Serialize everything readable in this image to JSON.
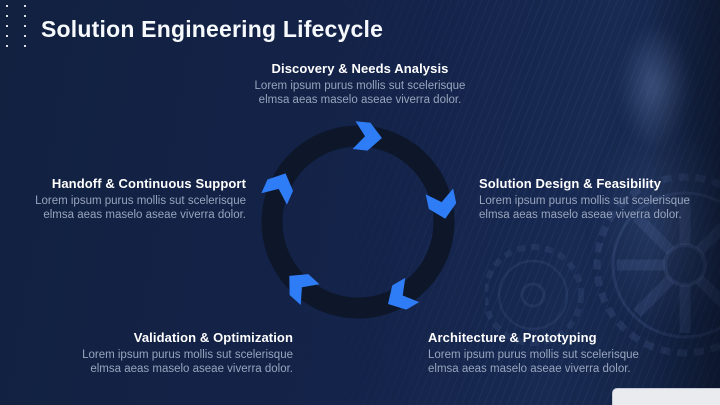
{
  "slide": {
    "title": "Solution Engineering Lifecycle"
  },
  "stages": [
    {
      "id": "discovery",
      "title": "Discovery & Needs Analysis",
      "lines": [
        "Lorem ipsum purus mollis sut scelerisque",
        "elmsa aeas maselo aseae viverra dolor."
      ]
    },
    {
      "id": "solution-design",
      "title": "Solution Design & Feasibility",
      "lines": [
        "Lorem ipsum purus mollis sut scelerisque",
        "elmsa aeas maselo aseae viverra dolor."
      ]
    },
    {
      "id": "architecture",
      "title": "Architecture & Prototyping",
      "lines": [
        "Lorem ipsum purus mollis sut scelerisque",
        "elmsa aeas maselo aseae viverra dolor."
      ]
    },
    {
      "id": "validation",
      "title": "Validation & Optimization",
      "lines": [
        "Lorem ipsum purus mollis sut scelerisque",
        "elmsa aeas maselo aseae viverra dolor."
      ]
    },
    {
      "id": "handoff",
      "title": "Handoff & Continuous Support",
      "lines": [
        "Lorem ipsum purus mollis sut scelerisque",
        "elmsa aeas maselo aseae viverra dolor."
      ]
    }
  ],
  "diagram": {
    "type": "cycle",
    "arrow_count": 5,
    "direction": "clockwise"
  },
  "colors": {
    "background": "#13213F",
    "ring": "#0D1729",
    "arrow": "#2F7CF7",
    "heading": "#FFFFFF",
    "body_text": "#97A5BD",
    "accent_dots": "#FFFFFF",
    "corner_card": "#E9EBEE"
  }
}
